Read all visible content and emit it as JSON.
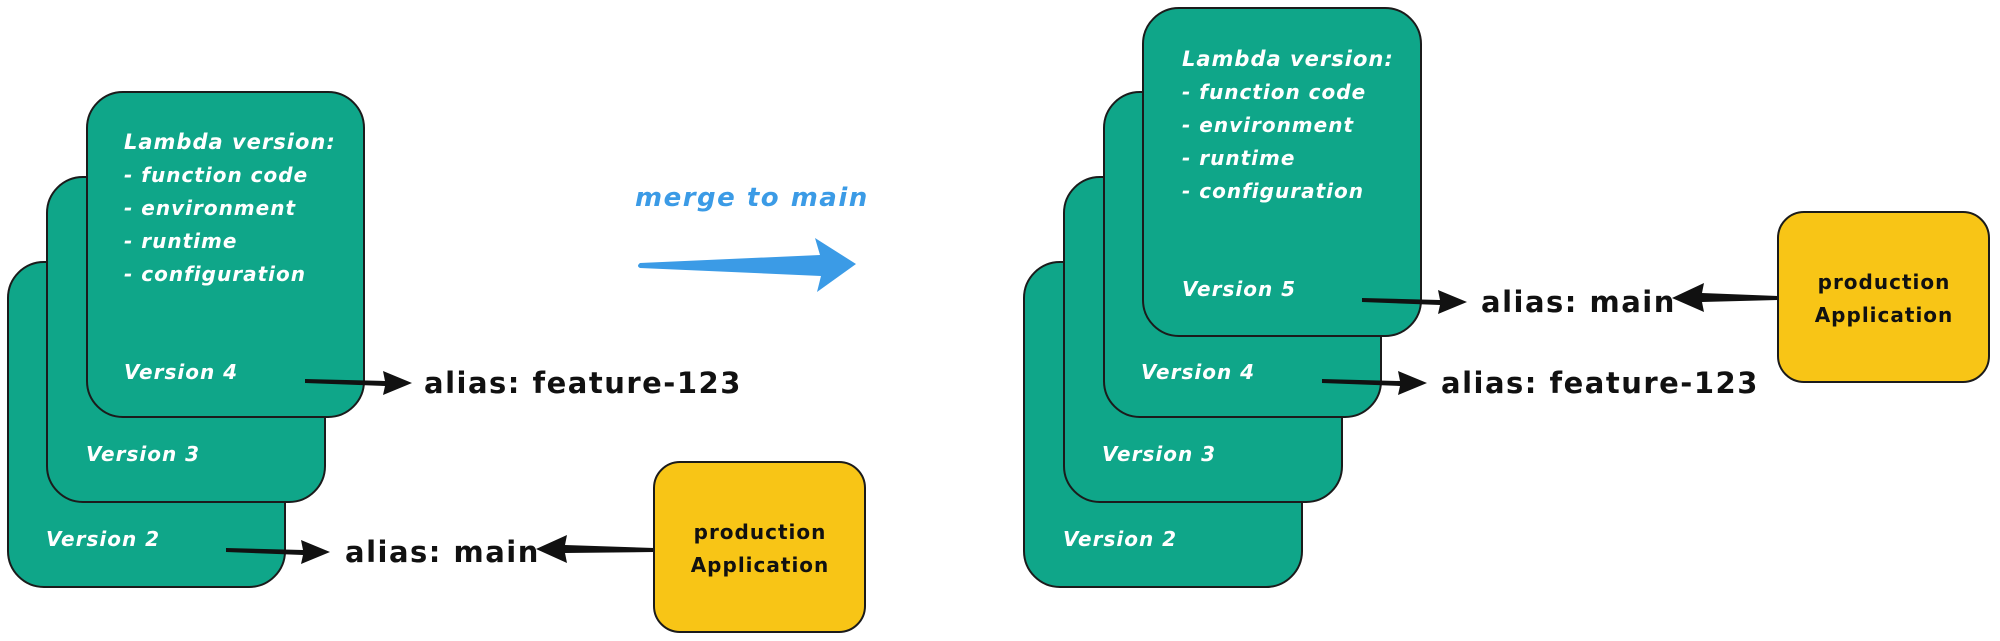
{
  "before": {
    "top_card": {
      "title": "Lambda version:",
      "items": [
        "- function code",
        "- environment",
        "- runtime",
        "- configuration"
      ],
      "version": "Version 4"
    },
    "version_3": "Version 3",
    "version_2": "Version 2",
    "alias_feature": "alias: feature-123",
    "alias_main": "alias: main",
    "production_box": {
      "line1": "production",
      "line2": "Application"
    }
  },
  "transition": {
    "label": "merge to main"
  },
  "after": {
    "top_card": {
      "title": "Lambda version:",
      "items": [
        "- function code",
        "- environment",
        "- runtime",
        "- configuration"
      ],
      "version": "Version 5"
    },
    "version_4": "Version 4",
    "version_3": "Version 3",
    "version_2": "Version 2",
    "alias_main": "alias: main",
    "alias_feature": "alias: feature-123",
    "production_box": {
      "line1": "production",
      "line2": "Application"
    }
  },
  "colors": {
    "card": "#0fa689",
    "box": "#f8c516",
    "merge_arrow": "#3b9be6"
  }
}
